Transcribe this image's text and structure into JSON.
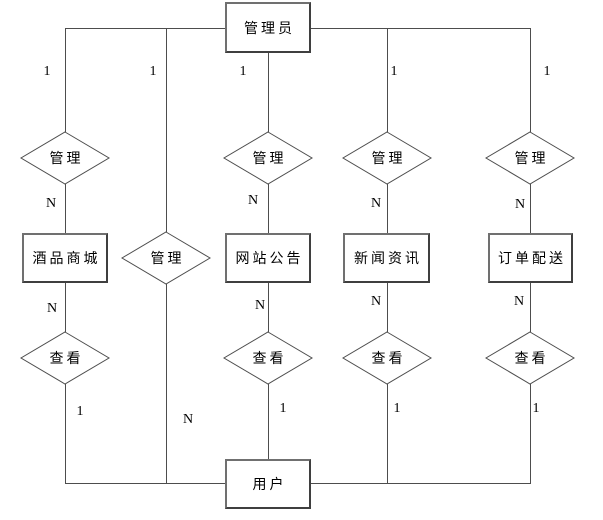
{
  "diagram": {
    "type": "entity-relationship-diagram",
    "colors": {
      "background": "#ffffff",
      "line": "#4d4d4d",
      "entity_border": "#707070",
      "text": "#000000"
    },
    "entities": {
      "admin": "管理员",
      "user": "用户",
      "wine_mall": "酒品商城",
      "site_notice": "网站公告",
      "news": "新闻资讯",
      "order_delivery": "订单配送"
    },
    "relations": {
      "manage": "管理",
      "view": "查看"
    },
    "cardinality": {
      "one": "1",
      "many": "N"
    }
  }
}
